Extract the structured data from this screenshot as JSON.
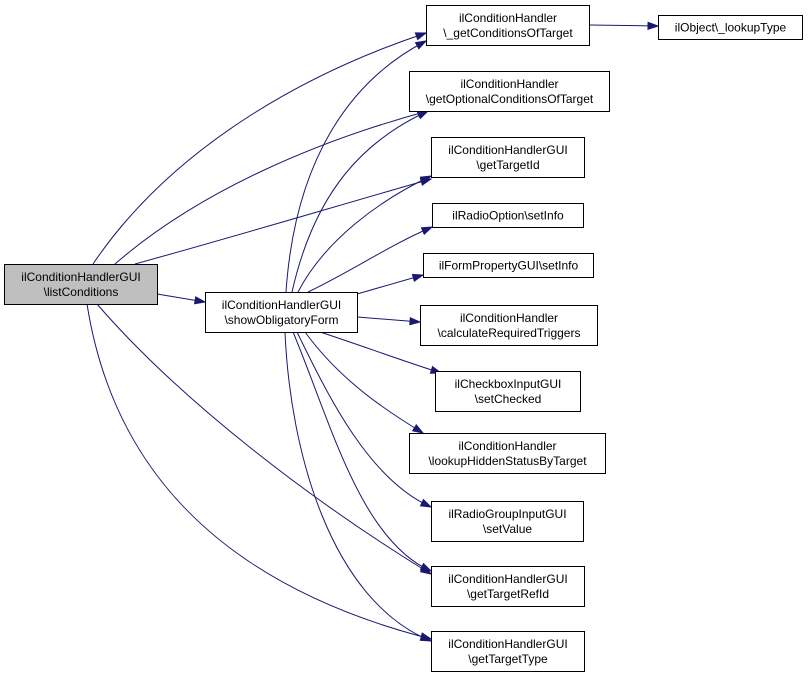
{
  "diagram": {
    "type": "call-graph",
    "colors": {
      "edge": "#191970",
      "root_fill": "#bfbfbf",
      "node_fill": "#ffffff",
      "node_stroke": "#000000"
    },
    "nodes": [
      {
        "id": "listConditions",
        "lines": [
          "ilConditionHandlerGUI",
          "\\listConditions"
        ],
        "root": true
      },
      {
        "id": "showObligatoryForm",
        "lines": [
          "ilConditionHandlerGUI",
          "\\showObligatoryForm"
        ]
      },
      {
        "id": "getConditionsOfTarget",
        "lines": [
          "ilConditionHandler",
          "\\_getConditionsOfTarget"
        ]
      },
      {
        "id": "lookupType",
        "lines": [
          "ilObject\\_lookupType"
        ]
      },
      {
        "id": "getOptionalConditionsOfTarget",
        "lines": [
          "ilConditionHandler",
          "\\getOptionalConditionsOfTarget"
        ]
      },
      {
        "id": "getTargetId",
        "lines": [
          "ilConditionHandlerGUI",
          "\\getTargetId"
        ]
      },
      {
        "id": "radioSetInfo",
        "lines": [
          "ilRadioOption\\setInfo"
        ]
      },
      {
        "id": "formSetInfo",
        "lines": [
          "ilFormPropertyGUI\\setInfo"
        ]
      },
      {
        "id": "calculateRequiredTriggers",
        "lines": [
          "ilConditionHandler",
          "\\calculateRequiredTriggers"
        ]
      },
      {
        "id": "setChecked",
        "lines": [
          "ilCheckboxInputGUI",
          "\\setChecked"
        ]
      },
      {
        "id": "lookupHiddenStatusByTarget",
        "lines": [
          "ilConditionHandler",
          "\\lookupHiddenStatusByTarget"
        ]
      },
      {
        "id": "setValue",
        "lines": [
          "ilRadioGroupInputGUI",
          "\\setValue"
        ]
      },
      {
        "id": "getTargetRefId",
        "lines": [
          "ilConditionHandlerGUI",
          "\\getTargetRefId"
        ]
      },
      {
        "id": "getTargetType",
        "lines": [
          "ilConditionHandlerGUI",
          "\\getTargetType"
        ]
      }
    ],
    "edges": [
      {
        "from": "listConditions",
        "to": "getConditionsOfTarget"
      },
      {
        "from": "listConditions",
        "to": "getOptionalConditionsOfTarget"
      },
      {
        "from": "listConditions",
        "to": "getTargetId"
      },
      {
        "from": "listConditions",
        "to": "showObligatoryForm"
      },
      {
        "from": "listConditions",
        "to": "getTargetRefId"
      },
      {
        "from": "listConditions",
        "to": "getTargetType"
      },
      {
        "from": "getConditionsOfTarget",
        "to": "lookupType"
      },
      {
        "from": "showObligatoryForm",
        "to": "getConditionsOfTarget"
      },
      {
        "from": "showObligatoryForm",
        "to": "getOptionalConditionsOfTarget"
      },
      {
        "from": "showObligatoryForm",
        "to": "getTargetId"
      },
      {
        "from": "showObligatoryForm",
        "to": "radioSetInfo"
      },
      {
        "from": "showObligatoryForm",
        "to": "formSetInfo"
      },
      {
        "from": "showObligatoryForm",
        "to": "calculateRequiredTriggers"
      },
      {
        "from": "showObligatoryForm",
        "to": "setChecked"
      },
      {
        "from": "showObligatoryForm",
        "to": "lookupHiddenStatusByTarget"
      },
      {
        "from": "showObligatoryForm",
        "to": "setValue"
      },
      {
        "from": "showObligatoryForm",
        "to": "getTargetRefId"
      },
      {
        "from": "showObligatoryForm",
        "to": "getTargetType"
      }
    ]
  }
}
